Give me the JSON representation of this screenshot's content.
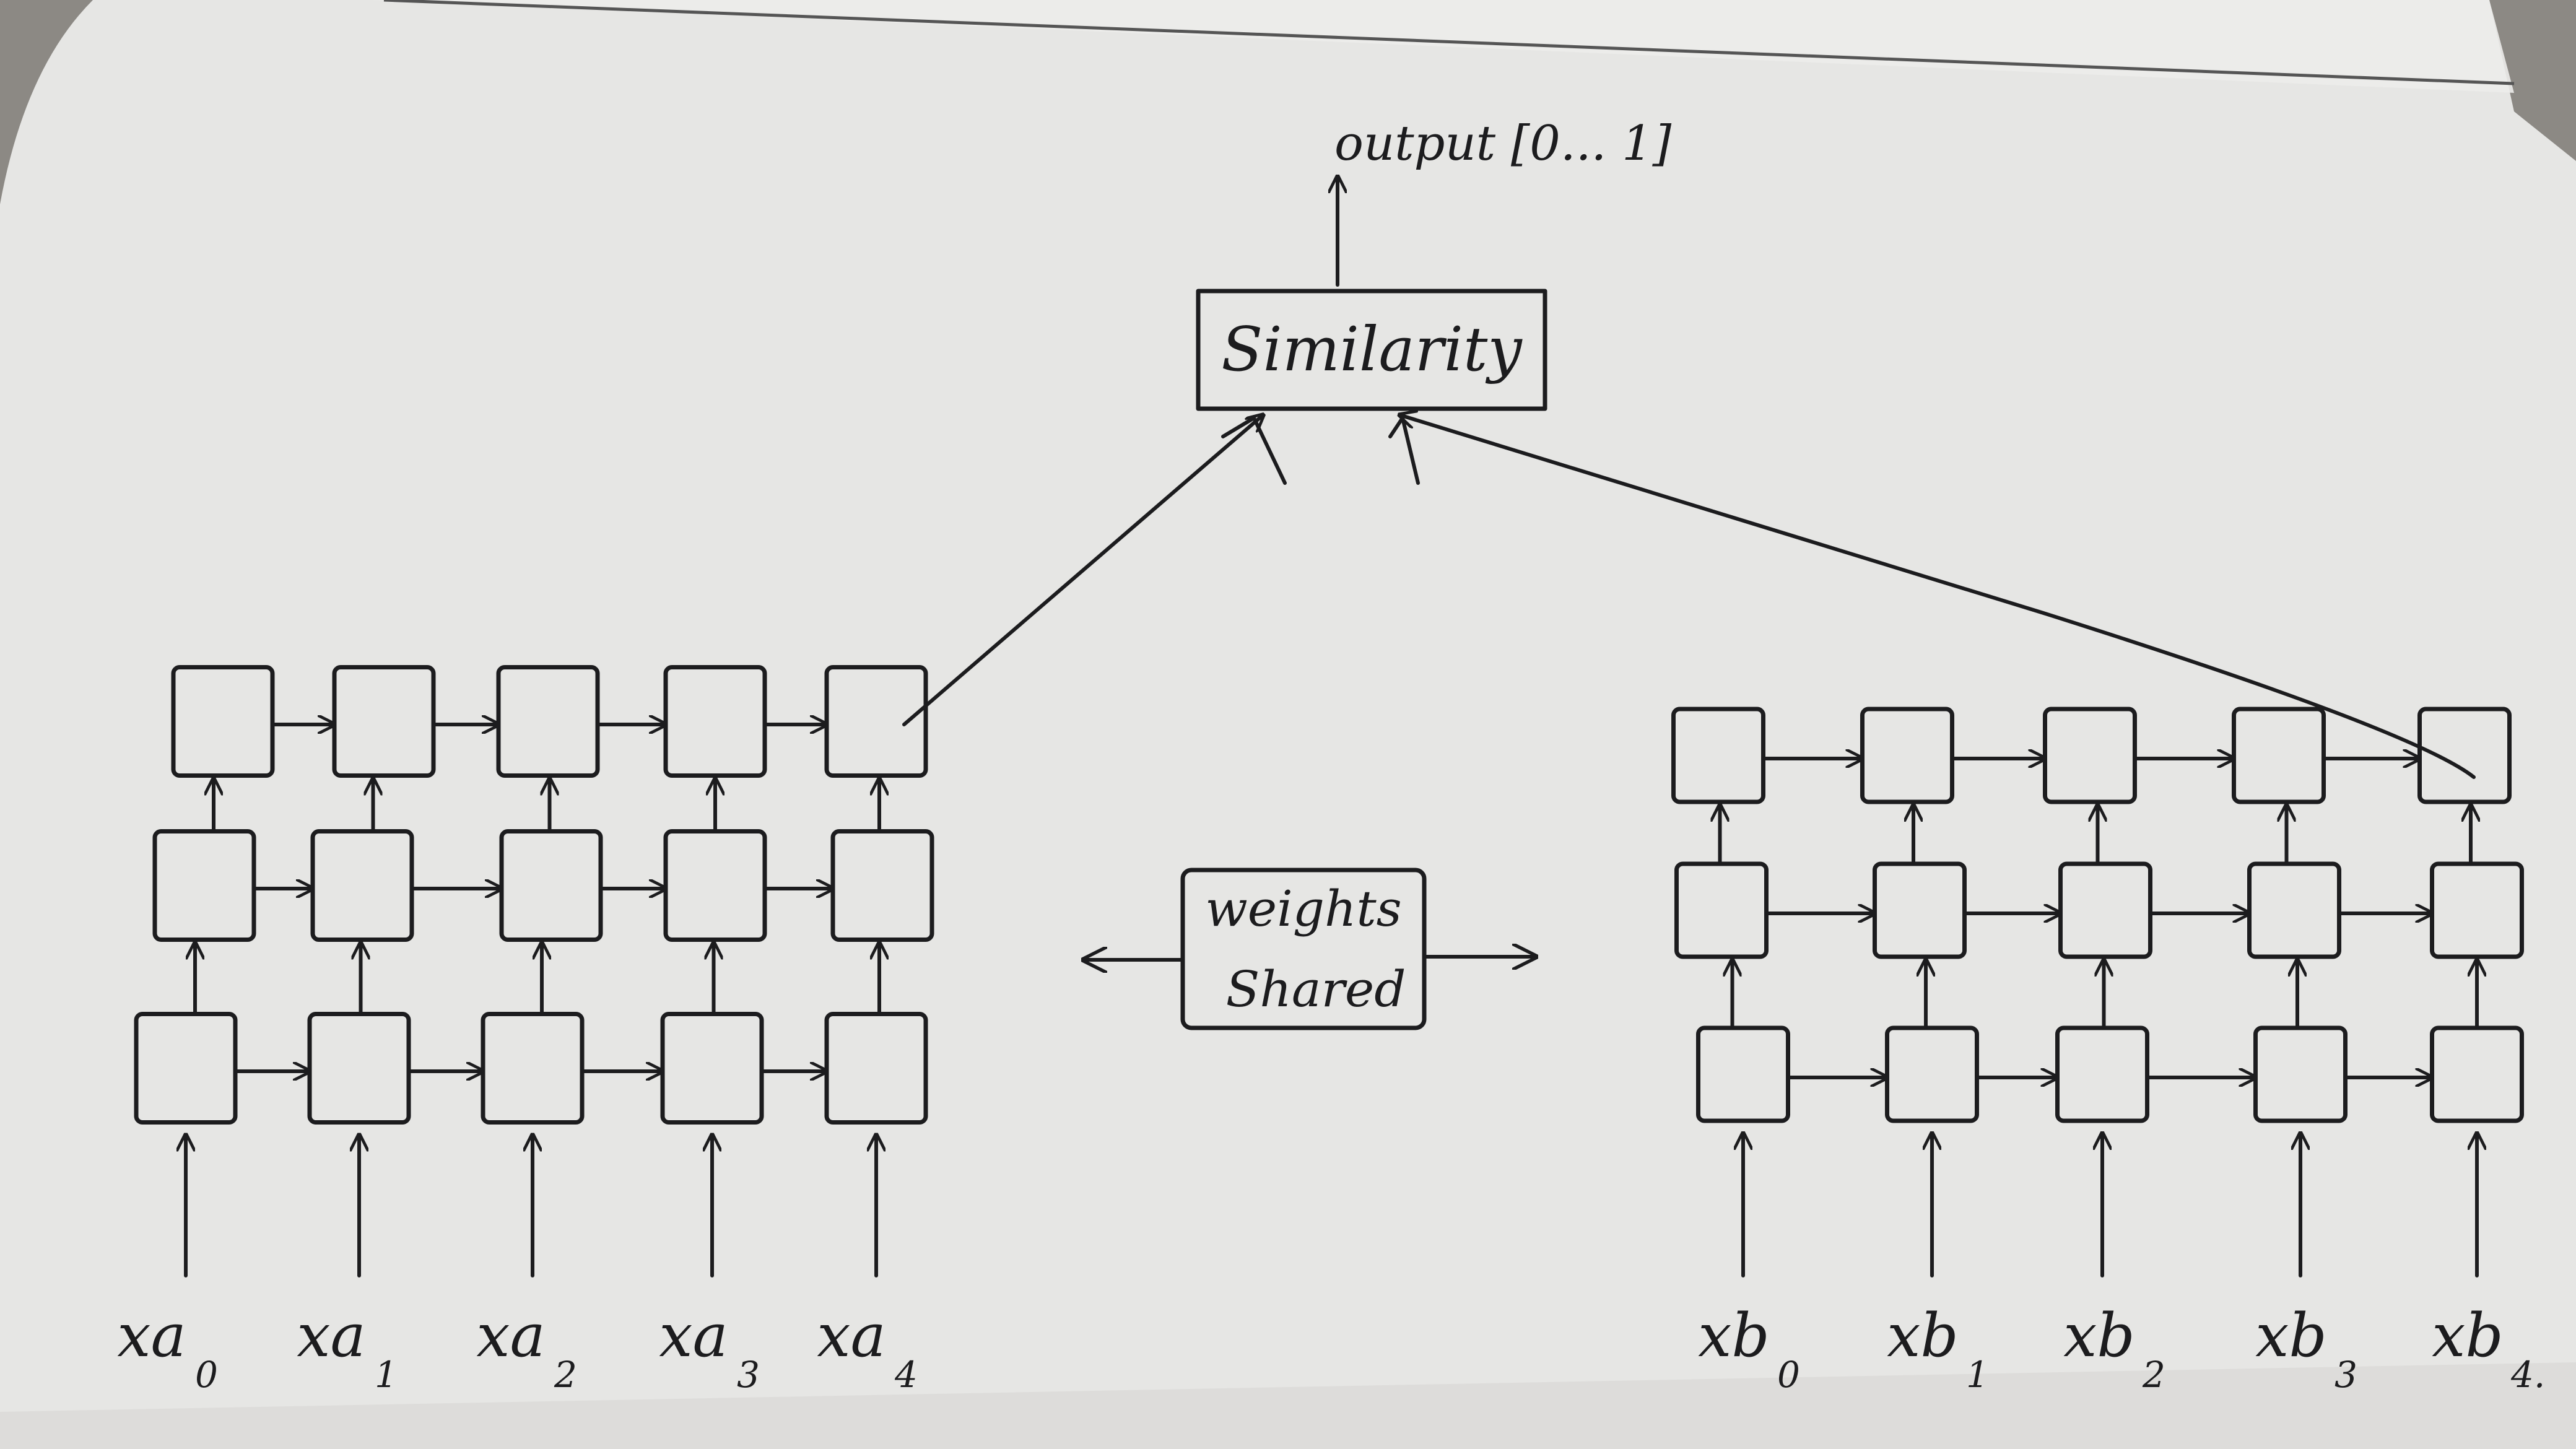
{
  "output_label": "output [0... 1]",
  "similarity_label": "Similarity",
  "weights_label_line1": "weights",
  "weights_label_line2": "Shared",
  "left_inputs": [
    {
      "base": "xa",
      "sub": "0"
    },
    {
      "base": "xa",
      "sub": "1"
    },
    {
      "base": "xa",
      "sub": "2"
    },
    {
      "base": "xa",
      "sub": "3"
    },
    {
      "base": "xa",
      "sub": "4"
    }
  ],
  "right_inputs": [
    {
      "base": "xb",
      "sub": "0"
    },
    {
      "base": "xb",
      "sub": "1"
    },
    {
      "base": "xb",
      "sub": "2"
    },
    {
      "base": "xb",
      "sub": "3"
    },
    {
      "base": "xb",
      "sub": "4."
    }
  ],
  "layers_per_stack": 3,
  "steps_per_stack": 5
}
